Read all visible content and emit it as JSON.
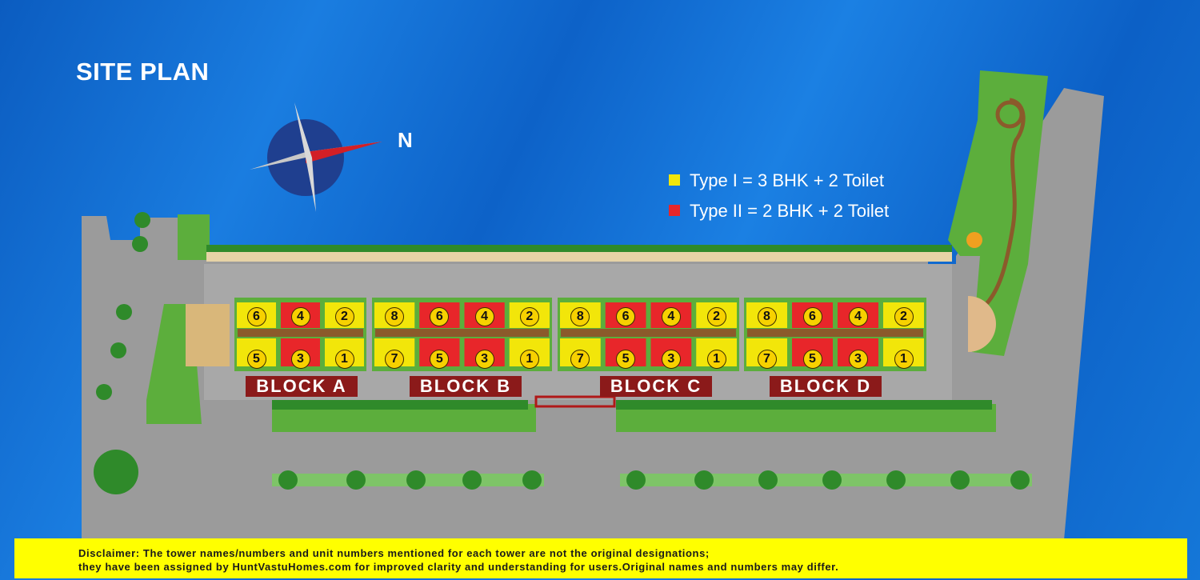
{
  "title": "SITE PLAN",
  "compass": {
    "north_label": "N"
  },
  "legend": [
    {
      "label": "Type I  = 3 BHK + 2 Toilet",
      "color": "#f2e60a"
    },
    {
      "label": "Type II = 2 BHK + 2 Toilet",
      "color": "#e8262a"
    }
  ],
  "blocks": [
    {
      "label": "BLOCK A",
      "top_units": [
        "6",
        "4",
        "2"
      ],
      "bottom_units": [
        "5",
        "3",
        "1"
      ]
    },
    {
      "label": "BLOCK B",
      "top_units": [
        "8",
        "6",
        "4",
        "2"
      ],
      "bottom_units": [
        "7",
        "5",
        "3",
        "1"
      ]
    },
    {
      "label": "BLOCK C",
      "top_units": [
        "8",
        "6",
        "4",
        "2"
      ],
      "bottom_units": [
        "7",
        "5",
        "3",
        "1"
      ]
    },
    {
      "label": "BLOCK D",
      "top_units": [
        "8",
        "6",
        "4",
        "2"
      ],
      "bottom_units": [
        "7",
        "5",
        "3",
        "1"
      ]
    }
  ],
  "disclaimer": {
    "heading": "Disclaimer:",
    "line1": "The tower names/numbers and unit numbers mentioned for each tower are not the original designations;",
    "line2": "they have been assigned by HuntVastuHomes.com for improved clarity and understanding for users.Original names and numbers may differ."
  },
  "colors": {
    "road": "#9b9b9b",
    "green": "#5cae3c",
    "type1": "#f2e60a",
    "type2": "#e8262a",
    "block_label_bg": "#8b1a1a",
    "disclaimer_bg": "#ffff00"
  }
}
